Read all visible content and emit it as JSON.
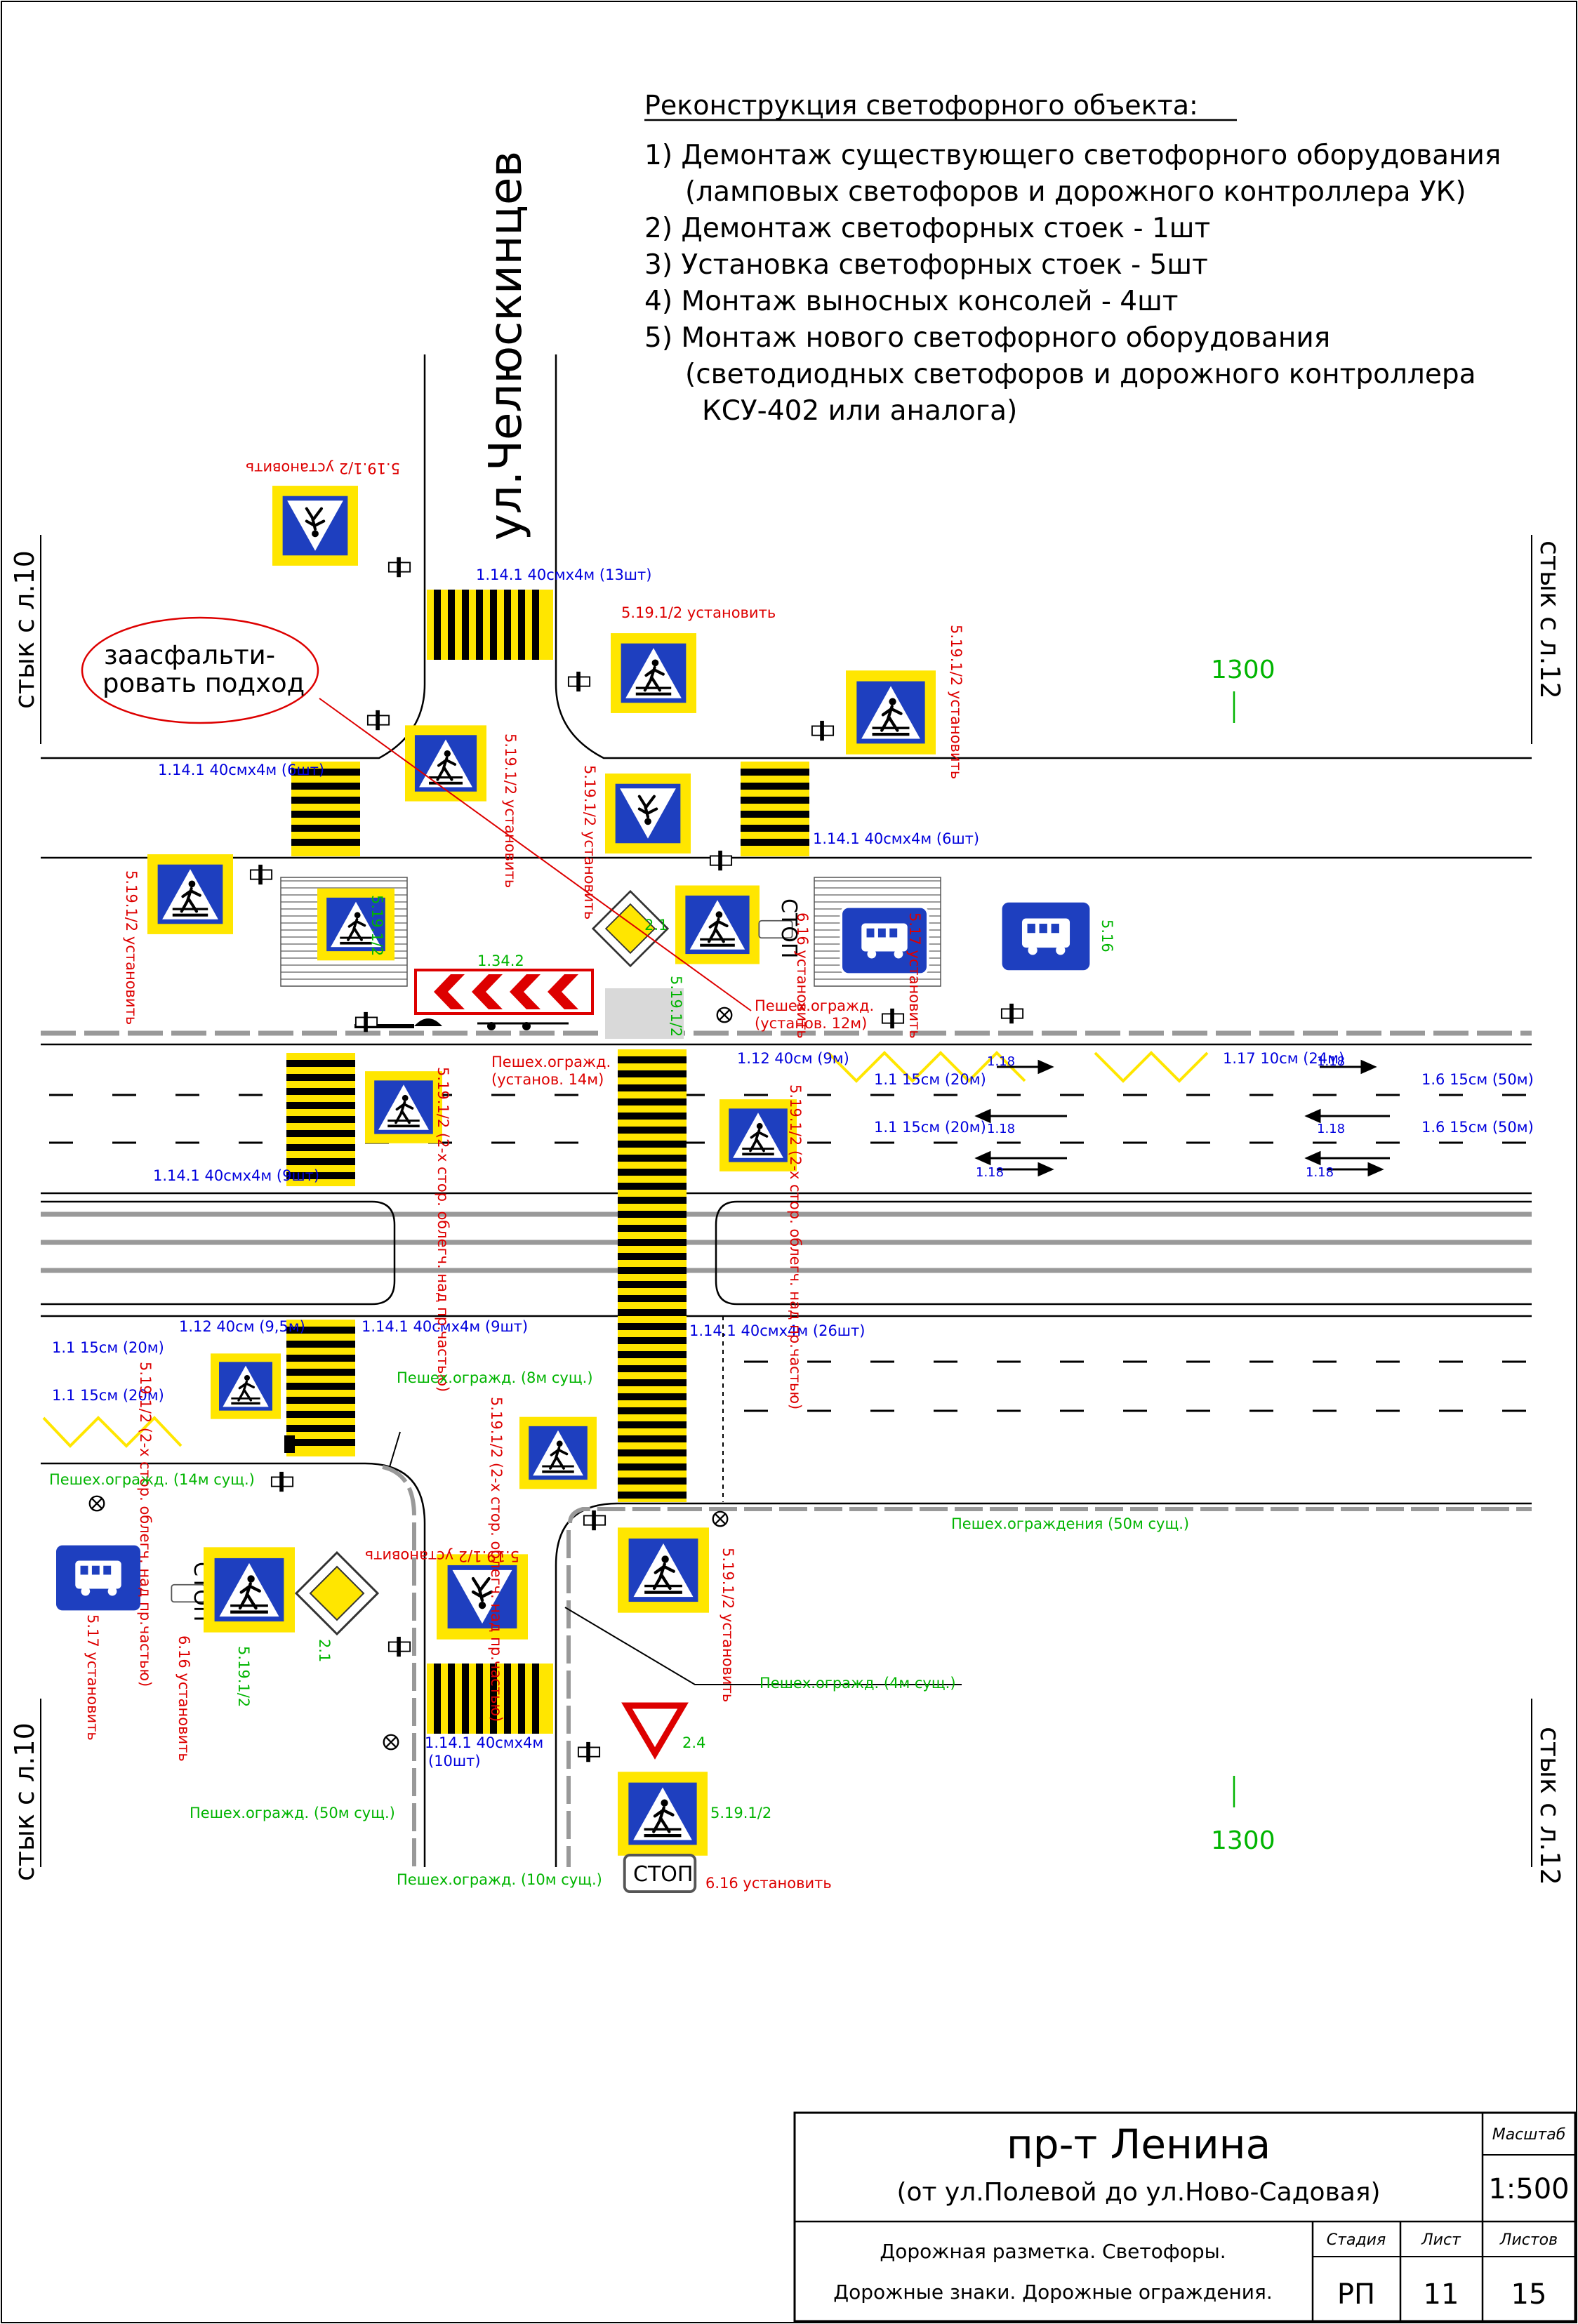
{
  "header": {
    "title": "Реконструкция светофорного объекта:",
    "items": [
      "1) Демонтаж существующего светофорного оборудования",
      "(ламповых светофоров и дорожного контроллера УК)",
      "2) Демонтаж светофорных стоек - 1шт",
      "3) Установка светофорных стоек - 5шт",
      "4) Монтаж выносных консолей - 4шт",
      "5) Монтаж нового светофорного оборудования",
      "(светодиодных светофоров и дорожного контроллера",
      "КСУ-402 или аналога)"
    ]
  },
  "street_name": "ул.Челюскинцев",
  "joints": {
    "left_top": "стык с л.10",
    "left_bottom": "стык с л.10",
    "right_top": "стык с л.12",
    "right_bottom": "стык с л.12"
  },
  "callout": {
    "line1": "заасфальти-",
    "line2": "ровать подход"
  },
  "chainage": {
    "top": "1300",
    "bottom": "1300"
  },
  "markings": {
    "m1": "1.14.1 40смх4м (13шт)",
    "m2": "1.14.1 40смх4м (6шт)",
    "m3": "1.14.1 40смх4м (6шт)",
    "m4": "1.12 40см (9м)",
    "m5": "1.1 15см (20м)",
    "m6": "1.1 15см (20м)",
    "m7": "1.17 10см (24м)",
    "m8": "1.6 15см (50м)",
    "m9": "1.6 15см (50м)",
    "m10": "1.14.1 40смх4м (9шт)",
    "m11": "1.12 40см (9,5м)",
    "m12": "1.14.1 40смх4м (9шт)",
    "m13": "1.14.1 40смх4м (26шт)",
    "m14": "1.1 15см (20м)",
    "m15": "1.1 15см (20м)",
    "m16": "1.14.1 40смх4м",
    "m17": "(10шт)",
    "m18": "1.18"
  },
  "signs": {
    "s1": "5.19.1/2 установить",
    "s2": "5.19.1/2 установить",
    "s3": "5.19.1/2 установить",
    "s4": "5.19.1/2 установить",
    "s5": "5.19.1/2 установить",
    "s6": "5.19.1/2",
    "s7": "2.1",
    "s8": "5.19.1/2",
    "s9": "6.16 установить",
    "s10": "5.17 установить",
    "s11": "5.16",
    "s12": "1.34.2",
    "s13": "5.19.1/2 (2-х стор. облегч. над пр.частью)",
    "s14": "5.19.1/2 (2-х стор. облегч. над пр.частью)",
    "s15": "5.19.1/2 (2-х стор. облегч. над пр.частью)",
    "s16": "5.19.1/2 (2-х стор. облегч. над пр.частью)",
    "s17": "5.19.1/2 установить",
    "s18": "5.19.1/2 установить",
    "s19": "5.17 установить",
    "s20": "6.16 установить",
    "s21": "5.19.1/2",
    "s22": "2.1",
    "s23": "2.4",
    "s24": "5.19.1/2",
    "s25": "6.16 установить",
    "stop": "СТОП"
  },
  "fences": {
    "f1": "Пешех.огражд.",
    "f1b": "(установ. 12м)",
    "f2": "Пешех.огражд.",
    "f2b": "(установ. 14м)",
    "f3": "Пешех.огражд. (8м сущ.)",
    "f4": "Пешех.огражд. (14м сущ.)",
    "f5": "Пешех.ограждения (50м сущ.)",
    "f6": "Пешех.огражд. (4м сущ.)",
    "f7": "Пешех.огражд. (50м сущ.)",
    "f8": "Пешех.огражд. (10м сущ.)"
  },
  "title_block": {
    "project": "пр-т Ленина",
    "section": "(от ул.Полевой до ул.Ново-Садовая)",
    "desc1": "Дорожная разметка. Светофоры.",
    "desc2": "Дорожные знаки. Дорожные ограждения.",
    "scale_label": "Масштаб",
    "scale": "1:500",
    "stage_label": "Стадия",
    "sheet_label": "Лист",
    "sheets_label": "Листов",
    "stage": "РП",
    "sheet": "11",
    "sheets": "15"
  },
  "colors": {
    "blue": "#1e3fbf",
    "yellow": "#ffe600",
    "red": "#dd0000",
    "green": "#00b400",
    "label_blue": "#0000dd"
  }
}
